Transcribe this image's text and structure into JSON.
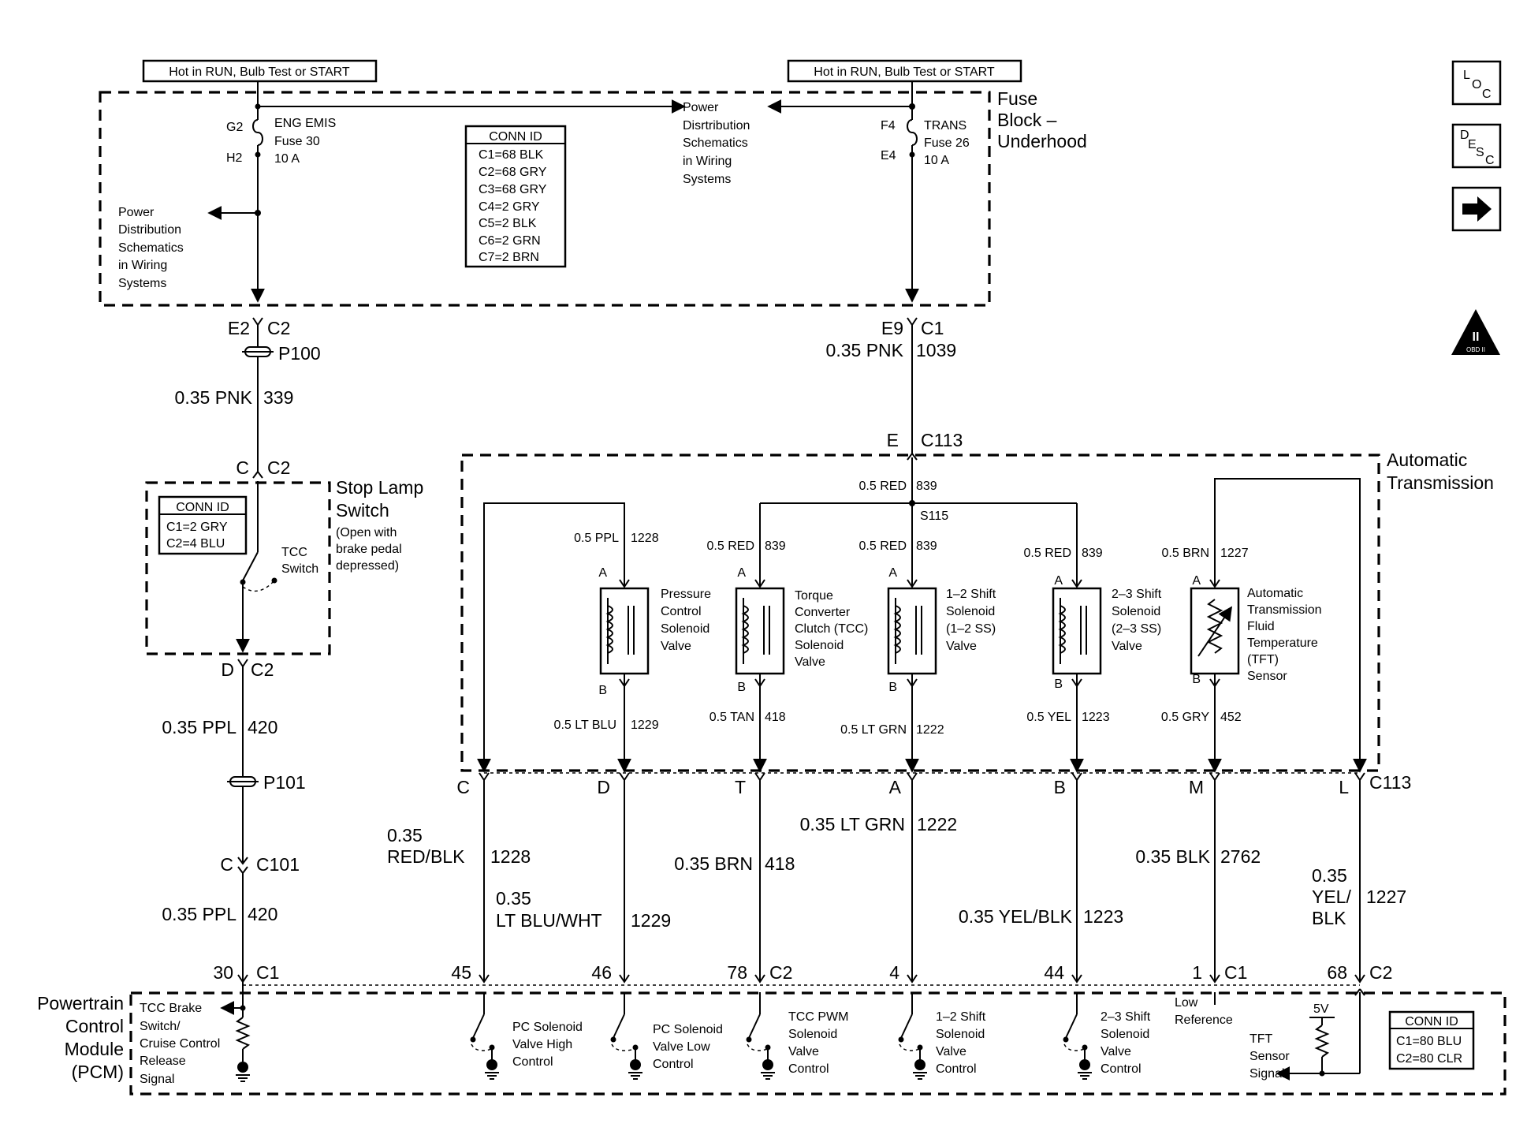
{
  "header": {
    "hot_left": "Hot in RUN, Bulb Test or START",
    "hot_right": "Hot in RUN, Bulb Test or START"
  },
  "nav_icons": {
    "loc": [
      "L",
      "O",
      "C"
    ],
    "desc": [
      "D",
      "E",
      "S",
      "C"
    ],
    "obd": [
      "II",
      "OBD II"
    ]
  },
  "fuse_block": {
    "title": [
      "Fuse",
      "Block –",
      "Underhood"
    ],
    "fuse30": {
      "pin_in": "G2",
      "pin_out": "H2",
      "name": [
        "ENG EMIS",
        "Fuse 30",
        "10 A"
      ]
    },
    "fuse26": {
      "pin_in": "F4",
      "pin_out": "E4",
      "name": [
        "TRANS",
        "Fuse 26",
        "10 A"
      ]
    },
    "power_dist_left": [
      "Power",
      "Distribution",
      "Schematics",
      "in Wiring",
      "Systems"
    ],
    "power_dist_center": [
      "Power",
      "Disrtribution",
      "Schematics",
      "in Wiring",
      "Systems"
    ],
    "conn_id": {
      "title": "CONN ID",
      "rows": [
        "C1=68 BLK",
        "C2=68 GRY",
        "C3=68 GRY",
        "C4=2 GRY",
        "C5=2 BLK",
        "C6=2 GRN",
        "C7=2 BRN"
      ]
    }
  },
  "left_circuit": {
    "conn_e2": "E2",
    "conn_c2a": "C2",
    "splice_p100": "P100",
    "wire_339": {
      "gauge": "0.35 PNK",
      "num": "339"
    },
    "conn_c": "C",
    "conn_c2b": "C2",
    "conn_d": "D",
    "conn_c2c": "C2",
    "wire_420a": {
      "gauge": "0.35 PPL",
      "num": "420"
    },
    "splice_p101": "P101",
    "conn_c101a": "C",
    "conn_c101b": "C101",
    "wire_420b": {
      "gauge": "0.35 PPL",
      "num": "420"
    },
    "pin_30": "30",
    "conn_c1": "C1"
  },
  "stop_lamp": {
    "title": [
      "Stop Lamp",
      "Switch"
    ],
    "note": [
      "(Open with",
      "brake pedal",
      "depressed)"
    ],
    "switch_label": [
      "TCC",
      "Switch"
    ],
    "conn_id": {
      "title": "CONN ID",
      "rows": [
        "C1=2 GRY",
        "C2=4 BLU"
      ]
    }
  },
  "right_feed": {
    "conn_e9": "E9",
    "conn_c1": "C1",
    "wire_1039": {
      "gauge": "0.35 PNK",
      "num": "1039"
    },
    "conn_e": "E",
    "conn_c113": "C113"
  },
  "transmission": {
    "title": [
      "Automatic",
      "Transmission"
    ],
    "bus_wire": {
      "gauge": "0.5 RED",
      "num": "839"
    },
    "splice": "S115",
    "components": [
      {
        "name": [
          "Pressure",
          "Control",
          "Solenoid",
          "Valve"
        ],
        "top_gauge": "0.5 PPL",
        "top_num": "1228",
        "bot_gauge": "0.5 LT BLU",
        "bot_num": "1229",
        "pin_a": "A",
        "pin_b": "B"
      },
      {
        "name": [
          "Torque",
          "Converter",
          "Clutch (TCC)",
          "Solenoid",
          "Valve"
        ],
        "top_gauge": "0.5 RED",
        "top_num": "839",
        "bot_gauge": "0.5 TAN",
        "bot_num": "418",
        "pin_a": "A",
        "pin_b": "B"
      },
      {
        "name": [
          "1–2 Shift",
          "Solenoid",
          "(1–2 SS)",
          "Valve"
        ],
        "top_gauge": "0.5 RED",
        "top_num": "839",
        "bot_gauge": "0.5 LT GRN",
        "bot_num": "1222",
        "pin_a": "A",
        "pin_b": "B"
      },
      {
        "name": [
          "2–3 Shift",
          "Solenoid",
          "(2–3 SS)",
          "Valve"
        ],
        "top_gauge": "0.5 RED",
        "top_num": "839",
        "bot_gauge": "0.5 YEL",
        "bot_num": "1223",
        "pin_a": "A",
        "pin_b": "B"
      },
      {
        "name": [
          "Automatic",
          "Transmission",
          "Fluid",
          "Temperature",
          "(TFT)",
          "Sensor"
        ],
        "top_gauge": "0.5 BRN",
        "top_num": "1227",
        "bot_gauge": "0.5 GRY",
        "bot_num": "452",
        "pin_a": "A",
        "pin_b": "B"
      }
    ],
    "c113_pins": [
      "C",
      "D",
      "T",
      "A",
      "B",
      "M",
      "L"
    ],
    "c113_label": "C113"
  },
  "harness": {
    "w1228": {
      "gauge": [
        "0.35",
        "RED/BLK"
      ],
      "num": "1228"
    },
    "w1229": {
      "gauge": [
        "0.35",
        "LT BLU/WHT"
      ],
      "num": "1229"
    },
    "w418": {
      "gauge": "0.35 BRN",
      "num": "418"
    },
    "w1222": {
      "gauge": "0.35 LT GRN",
      "num": "1222"
    },
    "w1223": {
      "gauge": "0.35 YEL/BLK",
      "num": "1223"
    },
    "w2762": {
      "gauge": "0.35 BLK",
      "num": "2762"
    },
    "w1227": {
      "gauge": [
        "0.35",
        "YEL/",
        "BLK"
      ],
      "num": "1227"
    }
  },
  "pcm": {
    "title": [
      "Powertrain",
      "Control",
      "Module",
      "(PCM)"
    ],
    "pins": [
      "45",
      "46",
      "78",
      "C2",
      "4",
      "44",
      "1",
      "C1",
      "68",
      "C2"
    ],
    "tcc_brake": [
      "TCC Brake",
      "Switch/",
      "Cruise Control",
      "Release",
      "Signal"
    ],
    "drivers": [
      [
        "PC Solenoid",
        "Valve High",
        "Control"
      ],
      [
        "PC Solenoid",
        "Valve Low",
        "Control"
      ],
      [
        "TCC PWM",
        "Solenoid",
        "Valve",
        "Control"
      ],
      [
        "1–2 Shift",
        "Solenoid",
        "Valve",
        "Control"
      ],
      [
        "2–3 Shift",
        "Solenoid",
        "Valve",
        "Control"
      ]
    ],
    "low_ref": [
      "Low",
      "Reference"
    ],
    "five_v": "5V",
    "tft_signal": [
      "TFT",
      "Sensor",
      "Signal"
    ],
    "conn_id": {
      "title": "CONN ID",
      "rows": [
        "C1=80 BLU",
        "C2=80 CLR"
      ]
    }
  }
}
